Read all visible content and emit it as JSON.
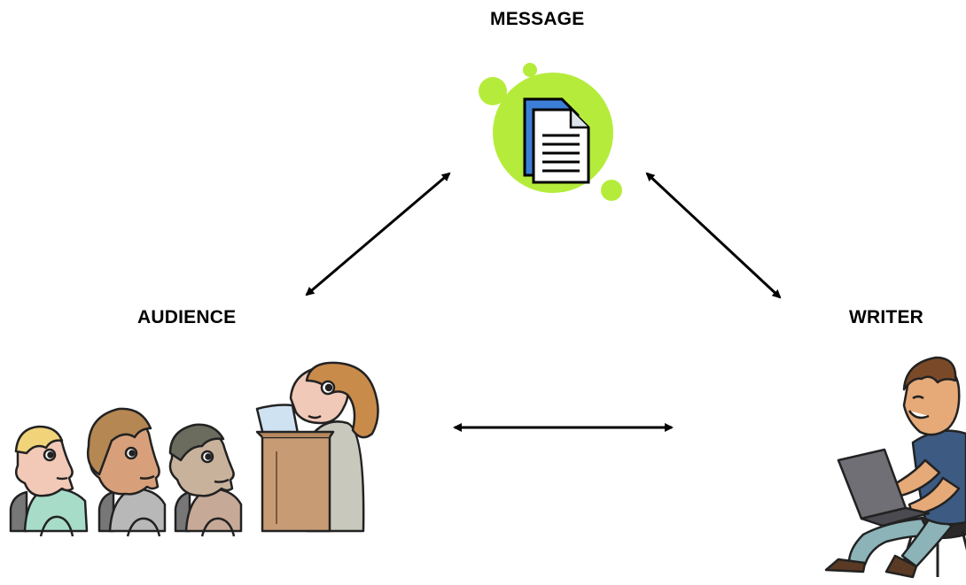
{
  "nodes": {
    "message": {
      "label": "MESSAGE",
      "icon": "document-icon"
    },
    "audience": {
      "label": "AUDIENCE",
      "icon": "audience-illustration"
    },
    "writer": {
      "label": "WRITER",
      "icon": "writer-with-laptop-illustration"
    }
  },
  "colors": {
    "message_blob": "#b5ec3c",
    "document_blue": "#3b7fd6",
    "arrow": "#000000"
  }
}
